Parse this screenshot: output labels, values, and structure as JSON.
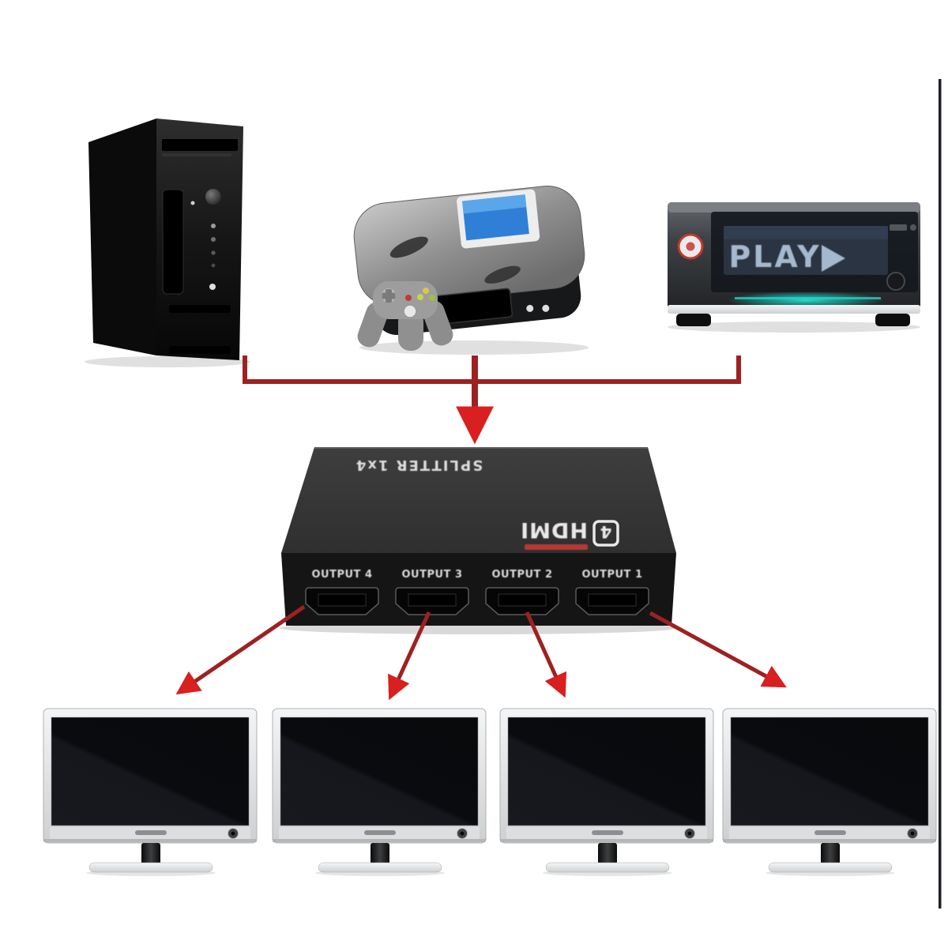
{
  "scene": {
    "splitter": {
      "top_label": "SPLITTER 1x4",
      "hdmi_brand": "HDMI",
      "hdmi_badge": "4",
      "outputs": [
        "OUTPUT 4",
        "OUTPUT 3",
        "OUTPUT 2",
        "OUTPUT 1"
      ]
    },
    "media_player": {
      "display_text": "PLAY"
    },
    "colors": {
      "arrow_shaft": "#9e2121",
      "arrow_head": "#d91f1f",
      "border_line": "#1e2025",
      "hdmi_red": "#c43a34"
    }
  }
}
